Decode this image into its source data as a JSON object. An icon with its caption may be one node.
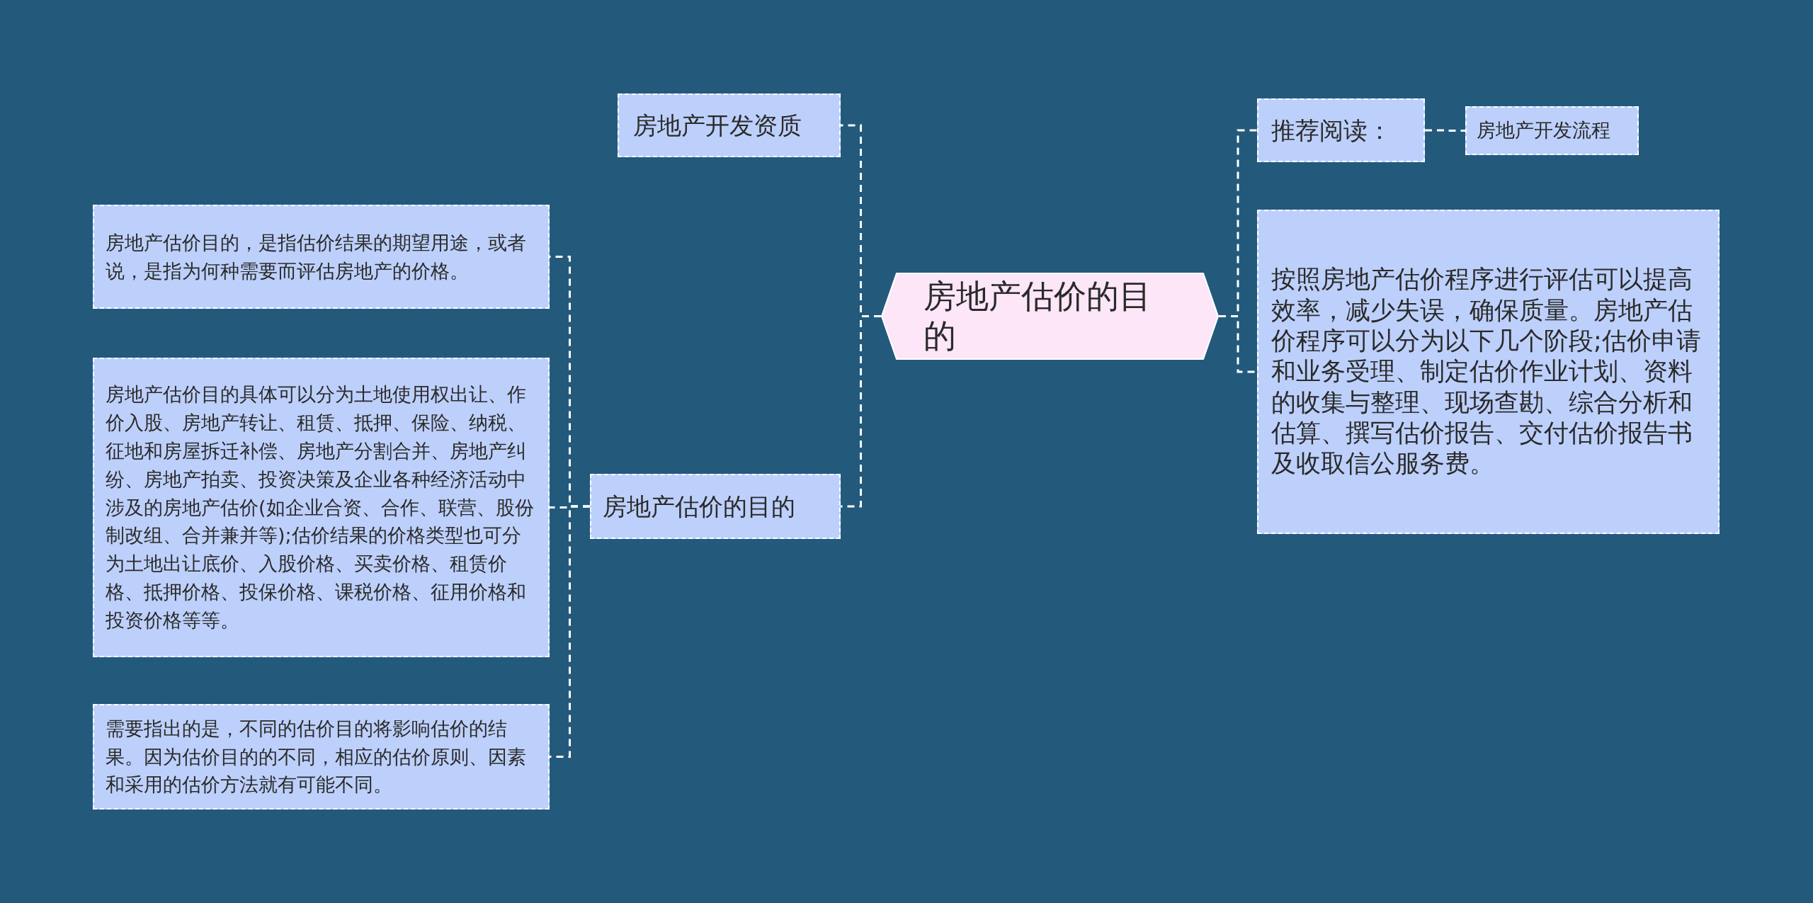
{
  "diagram": {
    "nodes": [
      {
        "text": [
          "房地产估价的目的"
        ]
      },
      {
        "text": [
          "房地产开发资质"
        ]
      },
      {
        "text": [
          "房地产估价的目的"
        ]
      },
      {
        "text": [
          "房地产估价目的，是指估价结果的期望用途，或者说，是指为何种需要而评估房地产的价格。"
        ]
      },
      {
        "text": [
          "房地产估价目的具体可以分为土地使用权出让、作价入股、房地产转让、租赁、抵押、保险、纳税、征地和房屋拆迁补偿、房地产分割合并、房地产纠纷、房地产拍卖、投资决策及企业各种经济活动中涉及的房地产估价(如企业合资、合作、联营、股份制改组、合并兼并等);估价结果的价格类型也可分为土地出让底价、入股价格、买卖价格、租赁价格、抵押价格、投保价格、课税价格、征用价格和投资价格等等。"
        ]
      },
      {
        "text": [
          "需要指出的是，不同的估价目的将影响估价的结果。因为估价目的的不同，相应的估价原则、因素和采用的估价方法就有可能不同。"
        ]
      },
      {
        "text": [
          "推荐阅读："
        ]
      },
      {
        "text": [
          "房地产开发流程"
        ]
      },
      {
        "text": [
          "按照房地产估价程序进行评估可以提高效率，减少失误，确保质量。房地产估价程序可以分为以下几个阶段;估价申请和业务受理、制定估价作业计划、资料的收集与整理、现场查勘、综合分析和估算、撰写估价报告、交付估价报告书及收取信公服务费。"
        ]
      }
    ],
    "edges": [
      {
        "from": 0,
        "to": 1,
        "arrow": "none"
      },
      {
        "from": 0,
        "to": 2,
        "arrow": "none"
      },
      {
        "from": 2,
        "to": 3,
        "arrow": "none"
      },
      {
        "from": 2,
        "to": 4,
        "arrow": "none"
      },
      {
        "from": 2,
        "to": 5,
        "arrow": "none"
      },
      {
        "from": 0,
        "to": 6,
        "arrow": "none"
      },
      {
        "from": 6,
        "to": 7,
        "arrow": "none"
      },
      {
        "from": 0,
        "to": 8,
        "arrow": "none"
      }
    ]
  }
}
